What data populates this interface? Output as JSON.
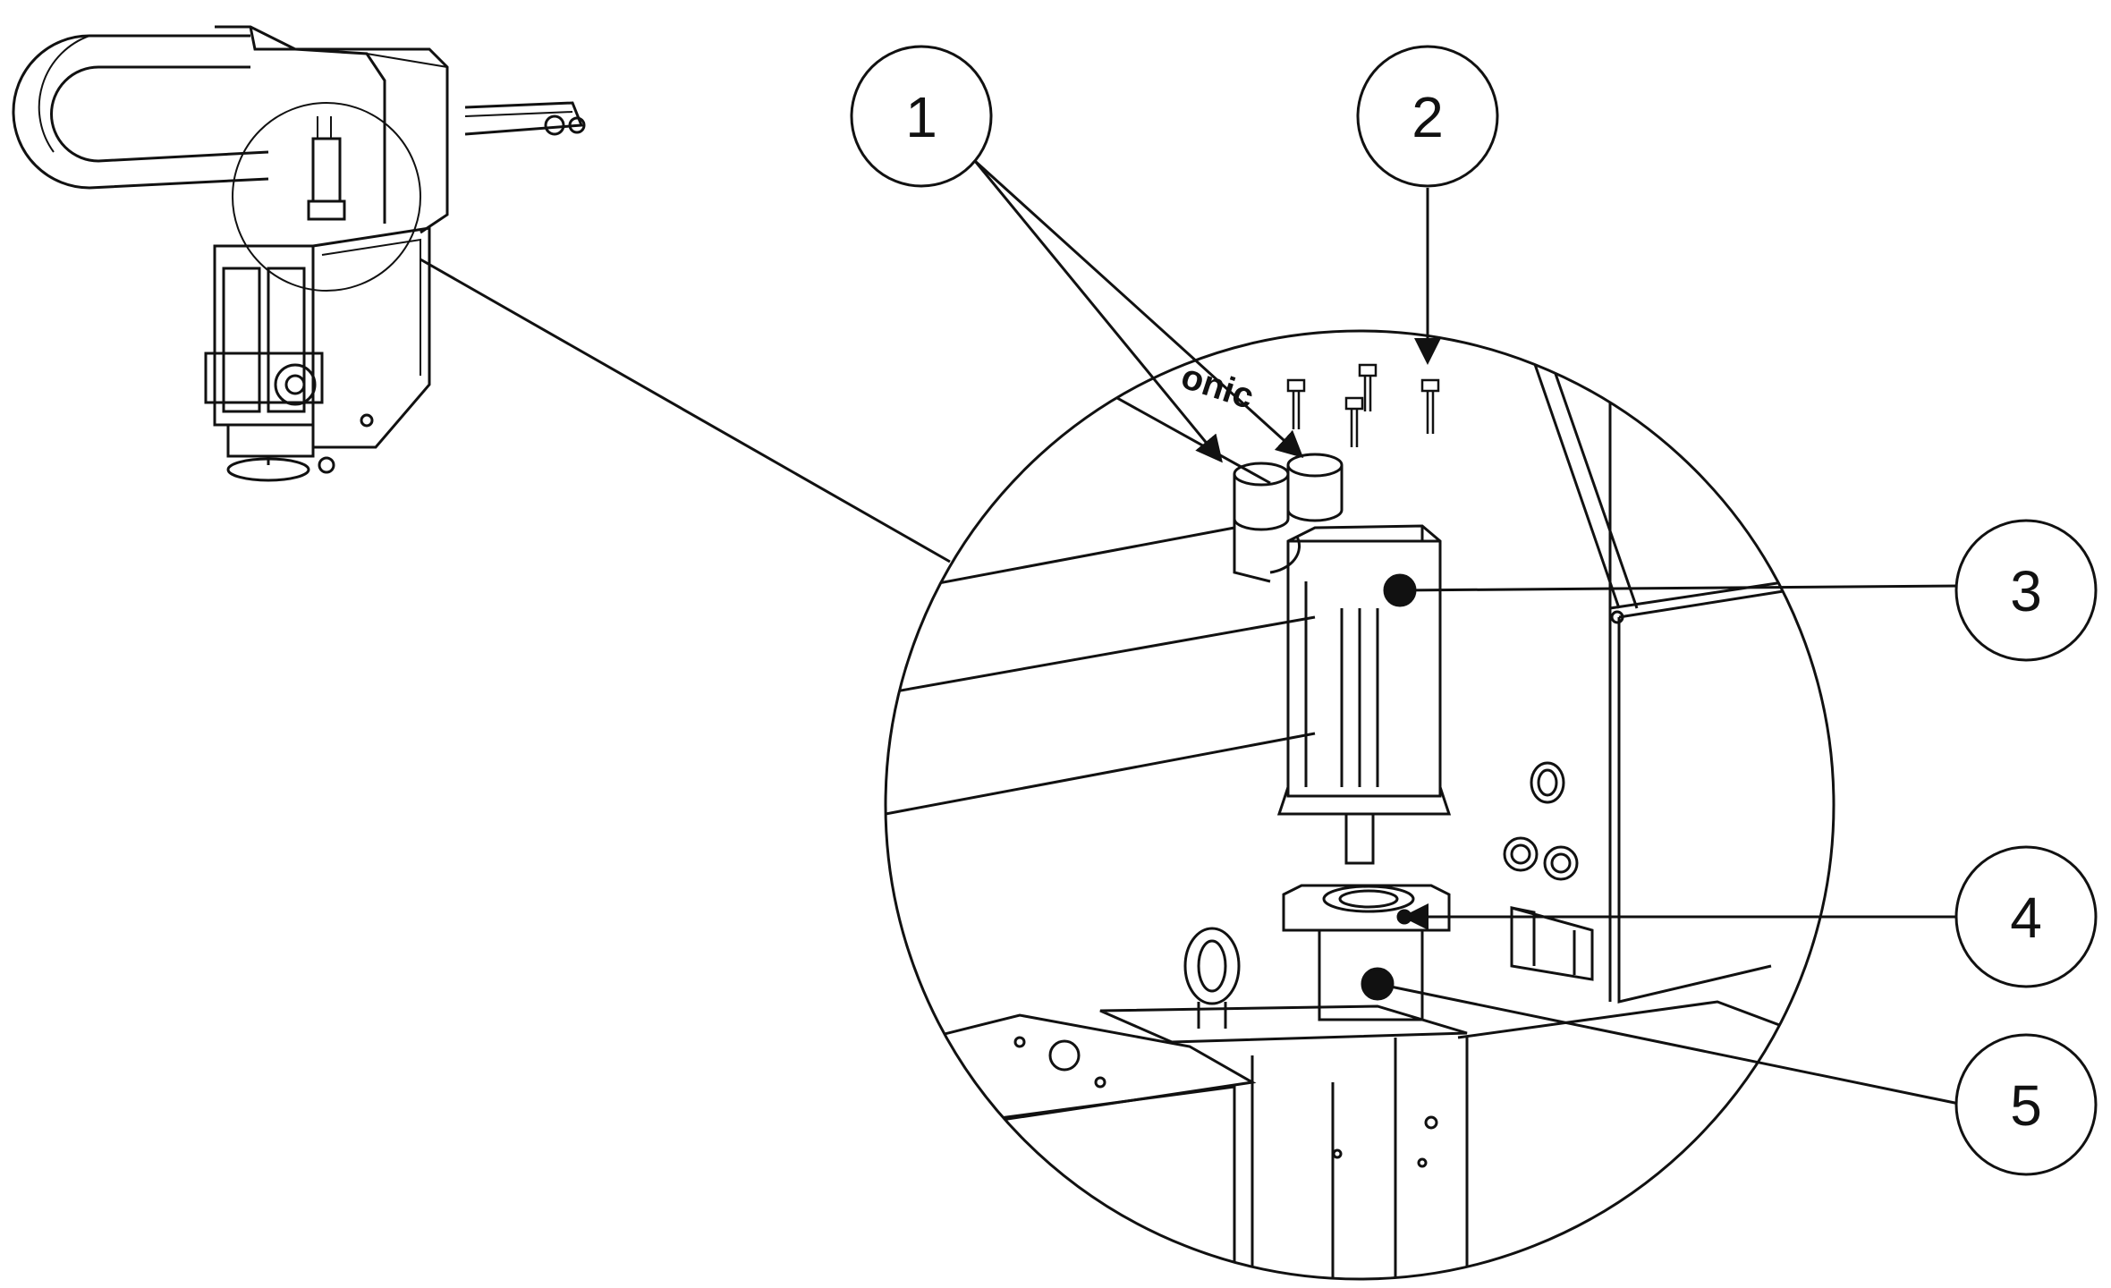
{
  "callouts": [
    {
      "id": "1",
      "label": "1"
    },
    {
      "id": "2",
      "label": "2"
    },
    {
      "id": "3",
      "label": "3"
    },
    {
      "id": "4",
      "label": "4"
    },
    {
      "id": "5",
      "label": "5"
    }
  ],
  "nameplate_fragment": "onic",
  "colors": {
    "line": "#111111",
    "background": "#ffffff"
  }
}
